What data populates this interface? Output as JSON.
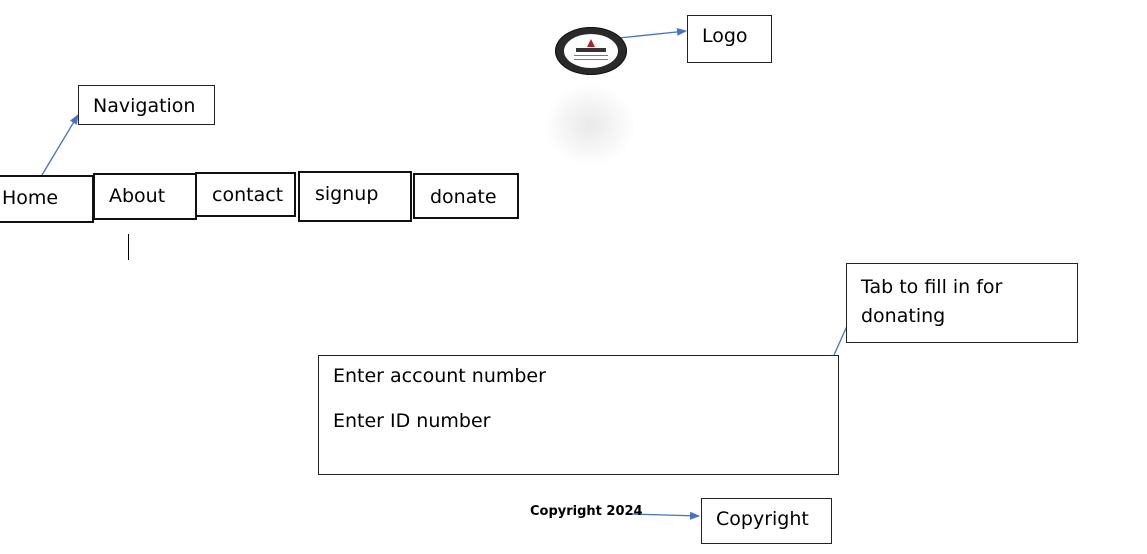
{
  "logo": {
    "callout_label": "Logo",
    "icon": "logo-badge-icon"
  },
  "navigation": {
    "callout_label": "Navigation",
    "items": [
      {
        "label": "Home"
      },
      {
        "label": "About"
      },
      {
        "label": "contact"
      },
      {
        "label": "signup"
      },
      {
        "label": "donate"
      }
    ]
  },
  "donate_form": {
    "callout_label": "Tab to fill in for donating",
    "account_field": "Enter account number",
    "id_field": "Enter ID number"
  },
  "footer": {
    "copyright_text": "Copyright 2024",
    "callout_label": "Copyright"
  },
  "colors": {
    "connector": "#4472c4",
    "border": "#222222"
  }
}
